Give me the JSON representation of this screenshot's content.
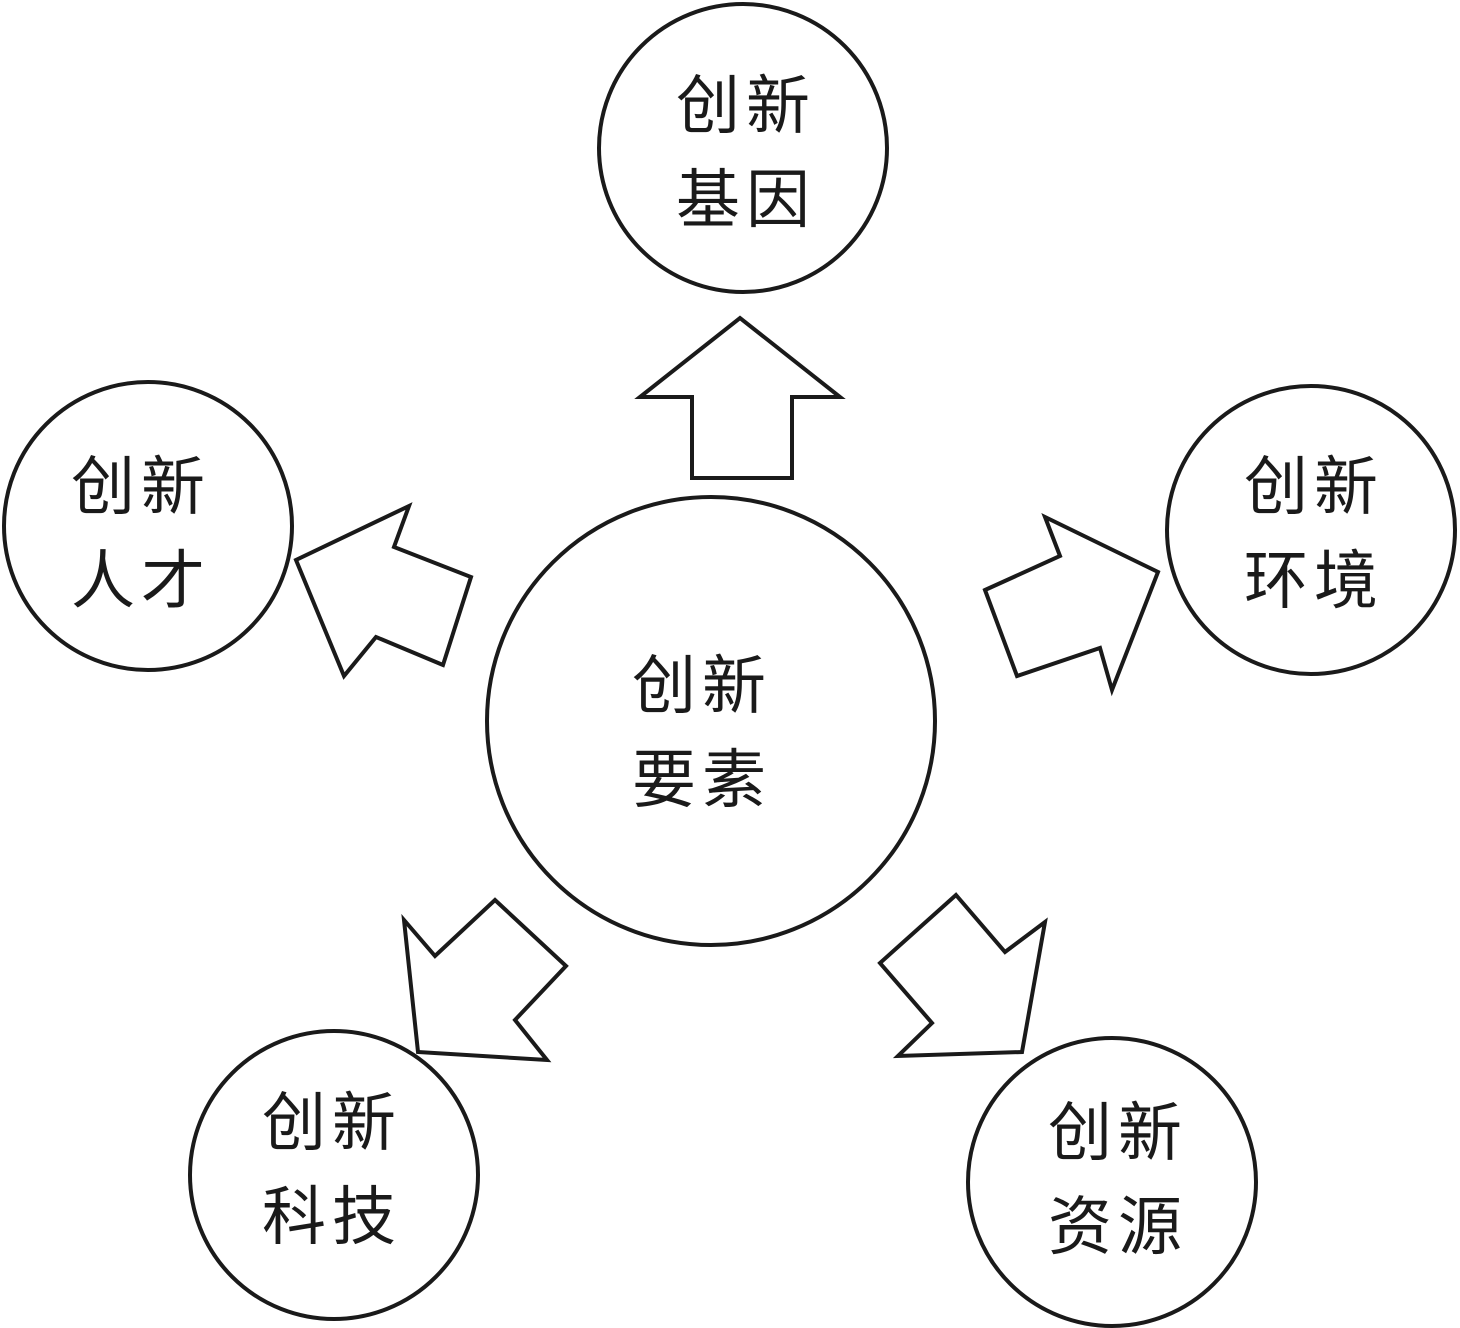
{
  "center": {
    "line1": "创新",
    "line2": "要素"
  },
  "nodes": {
    "gene": {
      "line1": "创新",
      "line2": "基因"
    },
    "talent": {
      "line1": "创新",
      "line2": "人才"
    },
    "environment": {
      "line1": "创新",
      "line2": "环境"
    },
    "technology": {
      "line1": "创新",
      "line2": "科技"
    },
    "resources": {
      "line1": "创新",
      "line2": "资源"
    }
  },
  "colors": {
    "stroke": "#1a1a1a",
    "fill": "#ffffff",
    "background": "#ffffff"
  }
}
